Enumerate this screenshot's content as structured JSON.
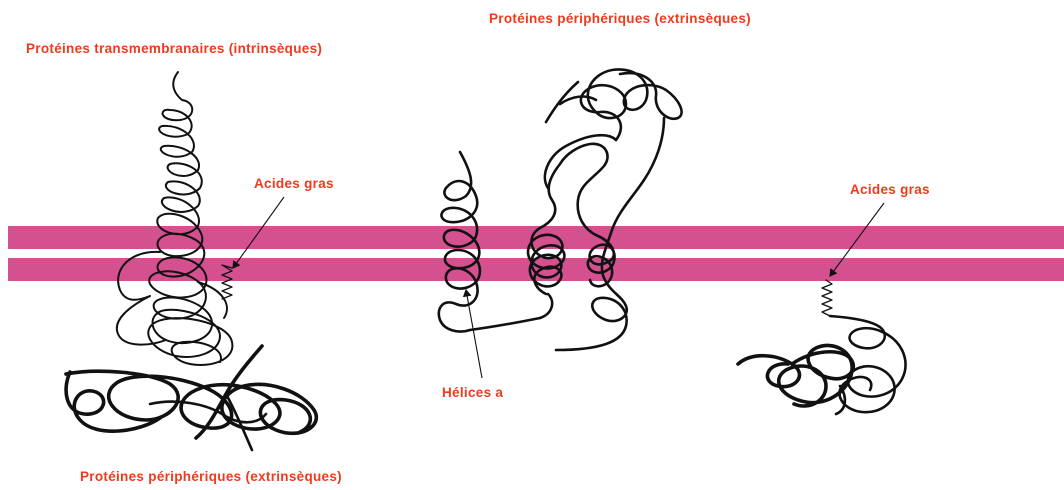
{
  "labels": {
    "transmembrane_proteins": "Protéines transmembranaires (intrinsèques)",
    "peripheral_proteins_top": "Protéines périphériques (extrinsèques)",
    "peripheral_proteins_bottom": "Protéines périphériques (extrinsèques)",
    "fatty_acids_left": "Acides gras",
    "fatty_acids_right": "Acides gras",
    "alpha_helices": "Hélices a"
  },
  "colors": {
    "membrane": "#d4508f",
    "label_text": "#f03a1e",
    "chain": "#111111"
  }
}
